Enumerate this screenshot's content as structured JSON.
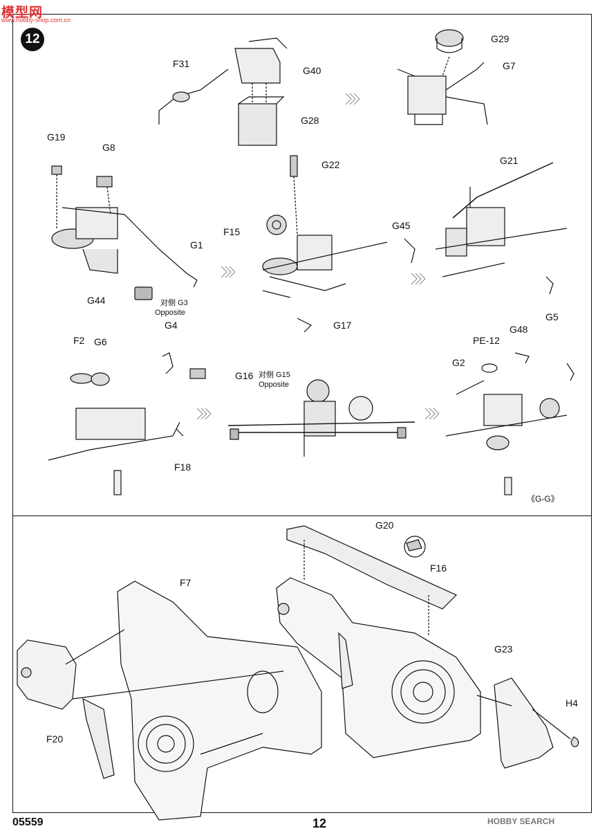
{
  "step_number": "12",
  "footer": {
    "code": "05559",
    "page": "12"
  },
  "watermarks": {
    "top_left": "模型网",
    "top_left_sub": "www.hobby-shop.com.cn",
    "bottom_right": "HOBBY SEARCH"
  },
  "view_label": "《G-G》",
  "labels": {
    "F31": "F31",
    "G40": "G40",
    "G28": "G28",
    "G29": "G29",
    "G7": "G7",
    "G19": "G19",
    "G8": "G8",
    "G1": "G1",
    "G44": "G44",
    "G3_cn": "对侧 G3",
    "G3_en": "Opposite",
    "G22": "G22",
    "F15": "F15",
    "G45": "G45",
    "G17": "G17",
    "G21": "G21",
    "G5": "G5",
    "F2": "F2",
    "G6": "G6",
    "G4": "G4",
    "G16": "G16",
    "G15_cn": "对侧 G15",
    "G15_en": "Opposite",
    "F18": "F18",
    "PE12": "PE-12",
    "G48": "G48",
    "G2": "G2",
    "G20": "G20",
    "F7": "F7",
    "F16": "F16",
    "F20": "F20",
    "G23": "G23",
    "H4": "H4"
  },
  "colors": {
    "line": "#111111",
    "shade": "#d9d9d9",
    "arrow": "#888888"
  }
}
